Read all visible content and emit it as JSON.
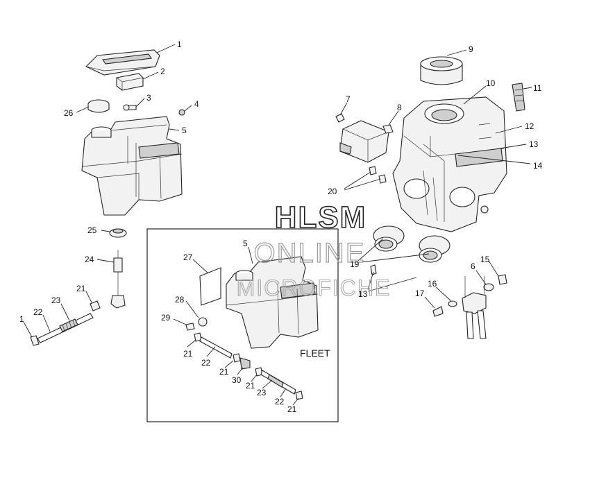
{
  "watermark": {
    "line1": "HLSM",
    "line2": "ONLINE",
    "line3": "MICROFICHE"
  },
  "inset": {
    "label": "FLEET"
  },
  "callouts": [
    {
      "id": "c1a",
      "text": "1"
    },
    {
      "id": "c2",
      "text": "2"
    },
    {
      "id": "c3",
      "text": "3"
    },
    {
      "id": "c4",
      "text": "4"
    },
    {
      "id": "c26",
      "text": "26"
    },
    {
      "id": "c5a",
      "text": "5"
    },
    {
      "id": "c25",
      "text": "25"
    },
    {
      "id": "c24",
      "text": "24"
    },
    {
      "id": "c21a",
      "text": "21"
    },
    {
      "id": "c23a",
      "text": "23"
    },
    {
      "id": "c22a",
      "text": "22"
    },
    {
      "id": "c1b",
      "text": "1"
    },
    {
      "id": "c27",
      "text": "27"
    },
    {
      "id": "c5b",
      "text": "5"
    },
    {
      "id": "c28",
      "text": "28"
    },
    {
      "id": "c29",
      "text": "29"
    },
    {
      "id": "c21b",
      "text": "21"
    },
    {
      "id": "c22b",
      "text": "22"
    },
    {
      "id": "c21c",
      "text": "21"
    },
    {
      "id": "c30",
      "text": "30"
    },
    {
      "id": "c21d",
      "text": "21"
    },
    {
      "id": "c23b",
      "text": "23"
    },
    {
      "id": "c22c",
      "text": "22"
    },
    {
      "id": "c21e",
      "text": "21"
    },
    {
      "id": "c9",
      "text": "9"
    },
    {
      "id": "c10",
      "text": "10"
    },
    {
      "id": "c11",
      "text": "11"
    },
    {
      "id": "c7",
      "text": "7"
    },
    {
      "id": "c8",
      "text": "8"
    },
    {
      "id": "c12",
      "text": "12"
    },
    {
      "id": "c13a",
      "text": "13"
    },
    {
      "id": "c14",
      "text": "14"
    },
    {
      "id": "c20",
      "text": "20"
    },
    {
      "id": "c19",
      "text": "19"
    },
    {
      "id": "c13b",
      "text": "13"
    },
    {
      "id": "c15",
      "text": "15"
    },
    {
      "id": "c6",
      "text": "6"
    },
    {
      "id": "c16",
      "text": "16"
    },
    {
      "id": "c17",
      "text": "17"
    }
  ]
}
